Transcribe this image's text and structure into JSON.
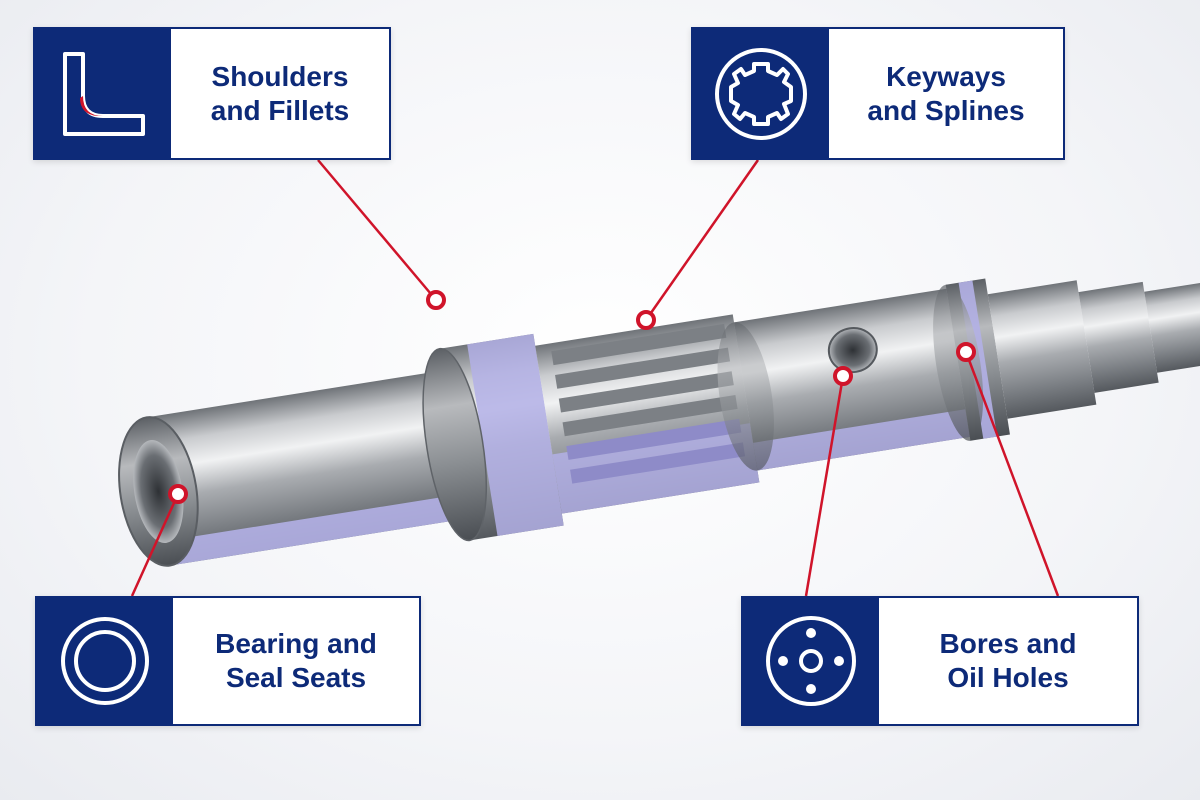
{
  "callouts": {
    "shoulders": {
      "line1": "Shoulders",
      "line2": "and Fillets",
      "icon": "fillet-profile-icon"
    },
    "keyways": {
      "line1": "Keyways",
      "line2": "and Splines",
      "icon": "spline-ring-icon"
    },
    "bearing": {
      "line1": "Bearing and",
      "line2": "Seal Seats",
      "icon": "bearing-ring-icon"
    },
    "bores": {
      "line1": "Bores and",
      "line2": "Oil Holes",
      "icon": "bolt-circle-icon"
    }
  },
  "colors": {
    "navy": "#0d2a78",
    "red": "#d0142a",
    "highlight": "#b3b0e6",
    "steel": "#a7a9ad"
  }
}
